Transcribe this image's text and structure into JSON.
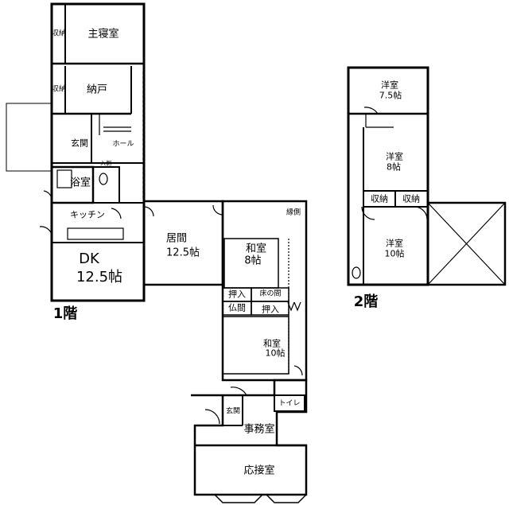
{
  "floors": [
    {
      "label": "1階",
      "rooms": {
        "master_bedroom": "主寝室",
        "storage1": "収納",
        "nando": "納戸",
        "storage2": "収納",
        "genkan": "玄関",
        "hall": "ホール",
        "bathroom": "浴室",
        "iri": "入側",
        "kitchen": "キッチン",
        "dk_name": "DK",
        "dk_size": "12.5帖",
        "living_name": "居間",
        "living_size": "12.5帖",
        "engawa": "縁側",
        "washitsu1_name": "和室",
        "washitsu1_size": "8帖",
        "oshiire1": "押入",
        "tokonoma": "床の間",
        "butsuma": "仏間",
        "oshiire2": "押入",
        "washitsu2_name": "和室",
        "washitsu2_size": "10帖",
        "genkan2": "玄関",
        "toilet": "トイレ",
        "office": "事務室",
        "reception": "応接室"
      }
    },
    {
      "label": "2階",
      "rooms": {
        "western1_name": "洋室",
        "western1_size": "7.5帖",
        "western2_name": "洋室",
        "western2_size": "8帖",
        "storage_a": "収納",
        "storage_b": "収納",
        "western3_name": "洋室",
        "western3_size": "10帖"
      }
    }
  ]
}
